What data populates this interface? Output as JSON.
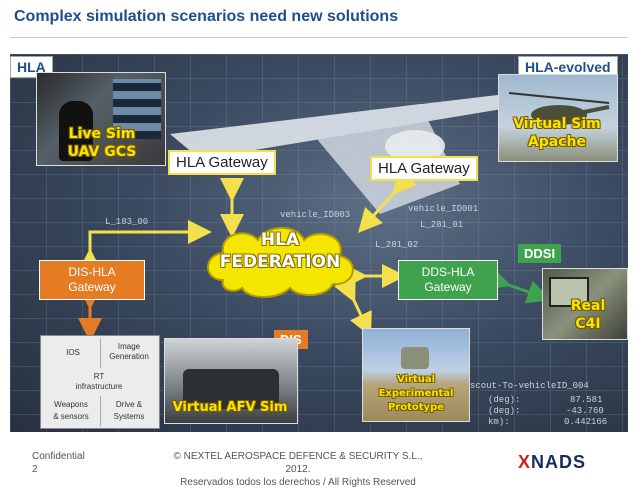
{
  "slide": {
    "title": "Complex simulation scenarios need new solutions"
  },
  "labels": {
    "hla": "HLA",
    "hla_evolved": "HLA-evolved",
    "ddsi": "DDSI",
    "dis": "DIS"
  },
  "gateways": {
    "hla_gateway_left": "HLA Gateway",
    "hla_gateway_right": "HLA Gateway",
    "dis_hla_line1": "DIS-HLA",
    "dis_hla_line2": "Gateway",
    "dds_hla_line1": "DDS-HLA",
    "dds_hla_line2": "Gateway"
  },
  "federation": {
    "line1": "HLA",
    "line2": "FEDERATION"
  },
  "nodes": {
    "live_sim_line1": "Live Sim",
    "live_sim_line2": "UAV GCS",
    "virtual_sim_line1": "Virtual Sim",
    "virtual_sim_line2": "Apache",
    "real_c4i_line1": "Real",
    "real_c4i_line2": "C4I",
    "virtual_afv": "Virtual AFV Sim",
    "virtual_exp_line1": "Virtual",
    "virtual_exp_line2": "Experimental",
    "virtual_exp_line3": "Prototype"
  },
  "architecture": {
    "ios": "IOS",
    "image_gen_line1": "Image",
    "image_gen_line2": "Generation",
    "rt_line1": "RT",
    "rt_line2": "infrastructure",
    "weapons_line1": "Weapons",
    "weapons_line2": "& sensors",
    "drive_line1": "Drive &",
    "drive_line2": "Systems"
  },
  "hud": {
    "vehicle_a": "vehicle_ID003",
    "vehicle_b": "vehicle_ID001",
    "l281_01": "L_281_01",
    "l281_02": "L_281_02",
    "l183": "L_183_00",
    "scout": "scout-To-vehicleID_004",
    "deg1_label": "(deg):",
    "deg1_val": "87.581",
    "deg2_label": "(deg):",
    "deg2_val": "-43.760",
    "km_label": "km):",
    "km_val": "0.442166"
  },
  "footer": {
    "confidential": "Confidential",
    "page": "2",
    "copyright": "© NEXTEL AEROSPACE DEFENCE & SECURITY S.L., 2012.",
    "rights": "Reservados todos los derechos / All Rights Reserved",
    "logo_x": "X",
    "logo_text": "NADS"
  },
  "colors": {
    "accent_yellow": "#f5e600",
    "arrow_yellow": "#f4e04d",
    "gateway_orange": "#e57c24",
    "gateway_green": "#3fa34d",
    "title_blue": "#1f4e8c"
  }
}
